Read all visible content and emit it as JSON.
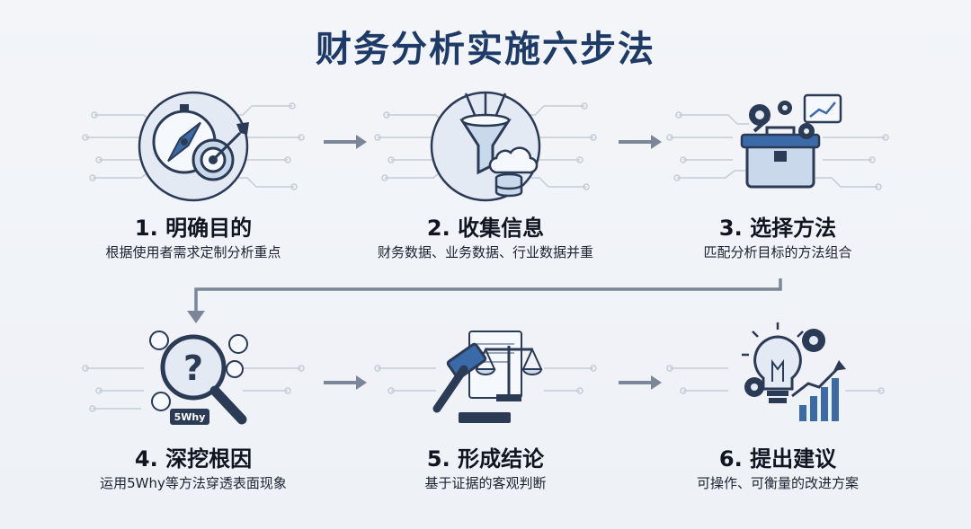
{
  "title": "财务分析实施六步法",
  "steps": [
    {
      "title": "1. 明确目的",
      "desc": "根据使用者需求定制分析重点",
      "icon": "compass-target-icon"
    },
    {
      "title": "2. 收集信息",
      "desc": "财务数据、业务数据、行业数据并重",
      "icon": "funnel-data-icon"
    },
    {
      "title": "3. 选择方法",
      "desc": "匹配分析目标的方法组合",
      "icon": "toolbox-gears-icon"
    },
    {
      "title": "4. 深挖根因",
      "desc": "运用5Why等方法穿透表面现象",
      "icon": "magnifier-question-icon",
      "badge": "5Why"
    },
    {
      "title": "5. 形成结论",
      "desc": "基于证据的客观判断",
      "icon": "gavel-scales-icon"
    },
    {
      "title": "6. 提出建议",
      "desc": "可操作、可衡量的改进方案",
      "icon": "lightbulb-growth-icon"
    }
  ],
  "colors": {
    "title": "#1e3a66",
    "icon_stroke": "#2b3a55",
    "icon_fill": "#c9d8ea",
    "accent": "#3b6aa8",
    "arrow": "#7c8699"
  }
}
